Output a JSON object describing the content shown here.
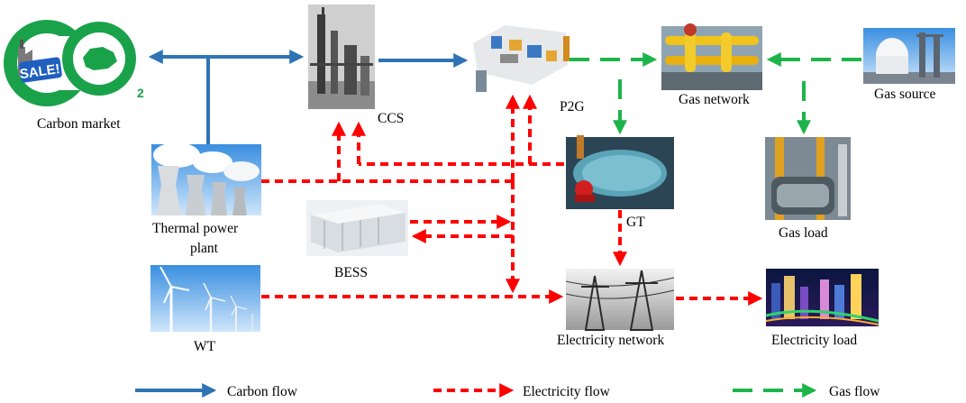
{
  "nodes": {
    "carbon_market": {
      "label": "Carbon market",
      "badge": "SALE!",
      "subscript": "2"
    },
    "ccs": {
      "label": "CCS"
    },
    "p2g": {
      "label": "P2G"
    },
    "gas_network": {
      "label": "Gas network"
    },
    "gas_source": {
      "label": "Gas source"
    },
    "thermal_plant": {
      "label_line1": "Thermal power",
      "label_line2": "plant"
    },
    "bess": {
      "label": "BESS"
    },
    "gt": {
      "label": "GT"
    },
    "gas_load": {
      "label": "Gas load"
    },
    "wt": {
      "label": "WT"
    },
    "electricity_network": {
      "label": "Electricity network"
    },
    "electricity_load": {
      "label": "Electricity load"
    }
  },
  "legend": {
    "carbon": {
      "label": "Carbon flow",
      "color": "#2e74b5"
    },
    "electricity": {
      "label": "Electricity flow",
      "color": "#ff0000"
    },
    "gas": {
      "label": "Gas flow",
      "color": "#1db54a"
    }
  }
}
